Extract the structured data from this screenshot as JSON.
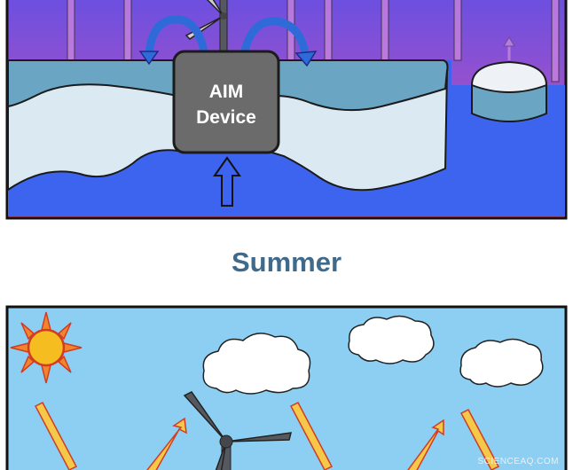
{
  "labels": {
    "device_line1": "AIM",
    "device_line2": "Device",
    "season_summer": "Summer",
    "watermark": "SCIENCEAQ.COM"
  },
  "colors": {
    "sky_winter_top": "#6b4fe0",
    "sky_winter_bottom": "#e8567a",
    "ocean": "#3c64ee",
    "ice_top": "#6aa6c4",
    "ice_body": "#dbe9f2",
    "device": "#6b6b6b",
    "arrow_blue": "#2f6bd8",
    "sky_summer": "#8ccff2",
    "sun": "#f5bd1f",
    "sun_rays": "#e8452c",
    "sunbeam": "#f6c84a",
    "turbine": "#55595f",
    "cloud": "#ffffff",
    "label": "#3f6a8c"
  },
  "icons": {
    "turbine_top": "wind-turbine-icon",
    "turbine_bottom": "wind-turbine-icon",
    "sun": "sun-icon",
    "clouds": "cloud-icon",
    "arrows": "arrow-icon"
  }
}
